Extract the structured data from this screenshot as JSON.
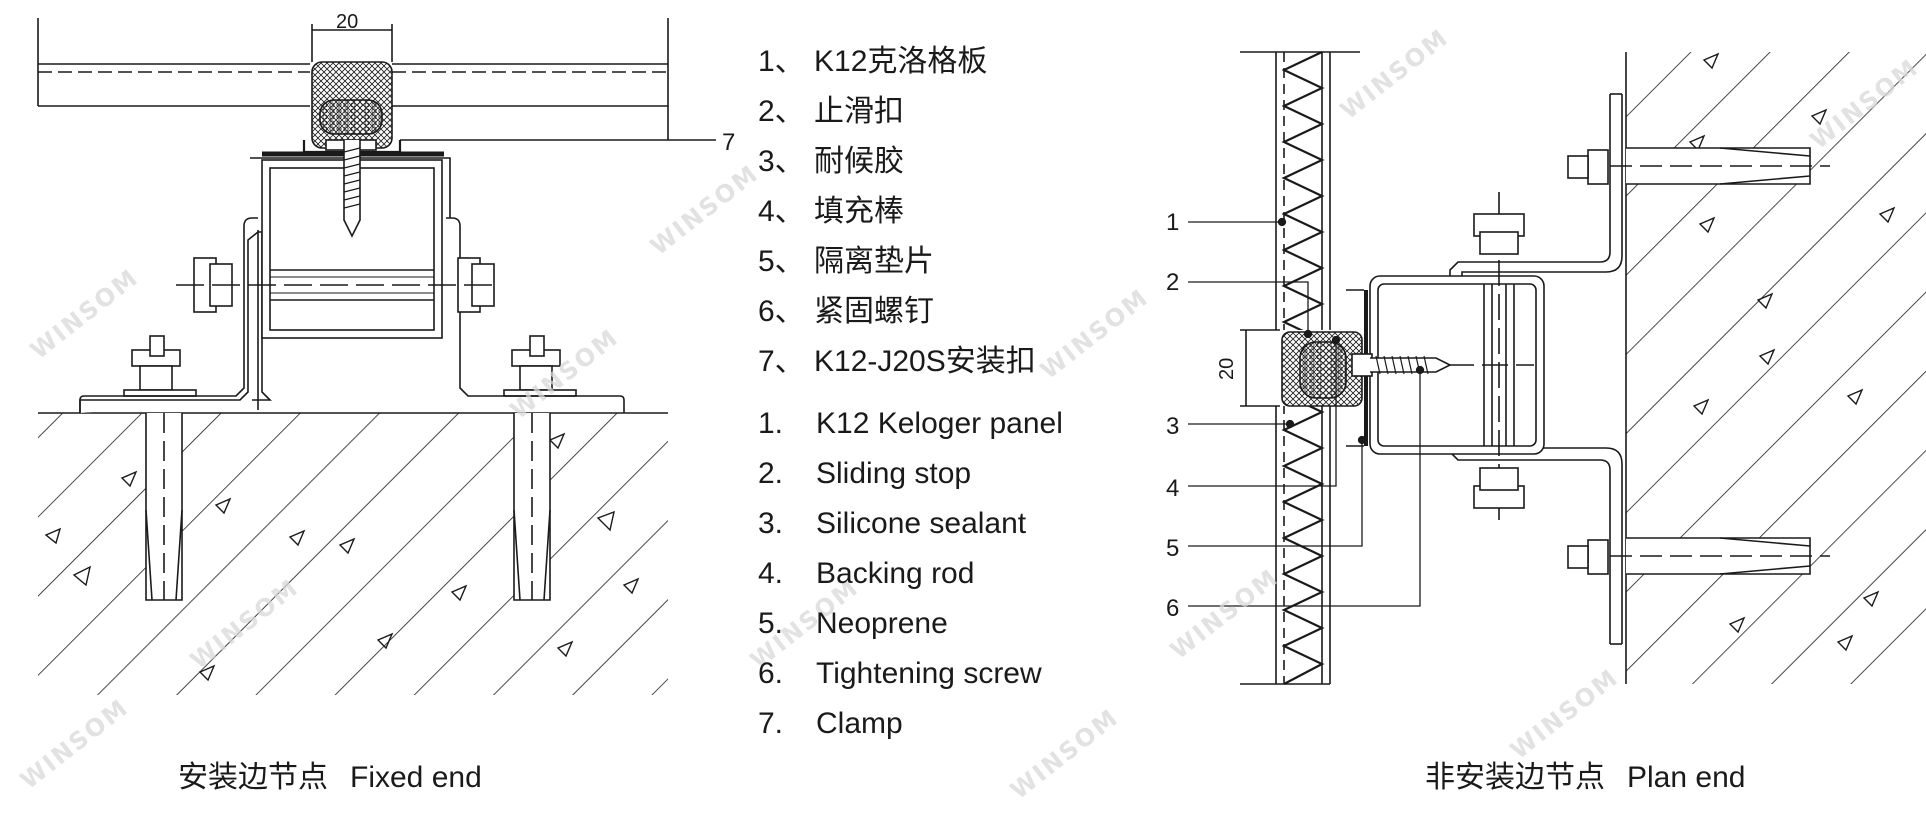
{
  "legend_cn": [
    {
      "num": "1、",
      "label": "K12克洛格板"
    },
    {
      "num": "2、",
      "label": "止滑扣"
    },
    {
      "num": "3、",
      "label": "耐候胶"
    },
    {
      "num": "4、",
      "label": "填充棒"
    },
    {
      "num": "5、",
      "label": "隔离垫片"
    },
    {
      "num": "6、",
      "label": "紧固螺钉"
    },
    {
      "num": "7、",
      "label": "K12-J20S安装扣"
    }
  ],
  "legend_en": [
    {
      "num": "1.",
      "label": "K12 Keloger panel"
    },
    {
      "num": "2.",
      "label": "Sliding stop"
    },
    {
      "num": "3.",
      "label": "Silicone sealant"
    },
    {
      "num": "4.",
      "label": "Backing rod"
    },
    {
      "num": "5.",
      "label": "Neoprene"
    },
    {
      "num": "6.",
      "label": "Tightening screw"
    },
    {
      "num": "7.",
      "label": "Clamp"
    }
  ],
  "fixed_end": {
    "caption_cn": "安装边节点",
    "caption_en": "Fixed end",
    "dimension": "20",
    "callout": "7"
  },
  "plan_end": {
    "caption_cn": "非安装边节点",
    "caption_en": "Plan end",
    "dimension": "20",
    "callouts": [
      "1",
      "2",
      "3",
      "4",
      "5",
      "6"
    ]
  },
  "watermark": "WINSOM"
}
